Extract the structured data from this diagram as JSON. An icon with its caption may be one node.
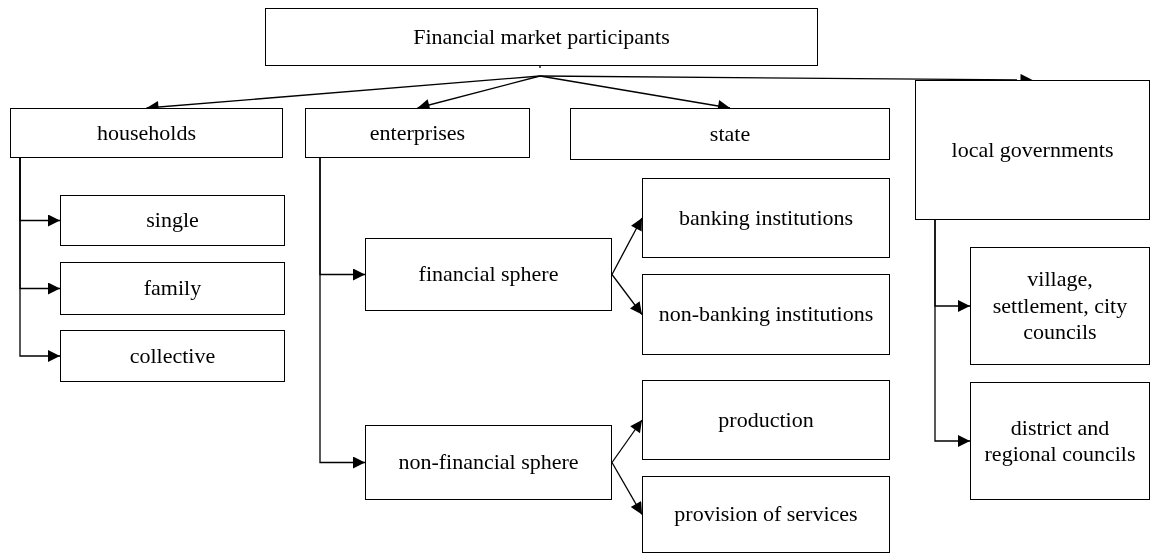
{
  "diagram": {
    "nodes": [
      {
        "text": [
          "Financial market participants"
        ]
      },
      {
        "text": [
          "households"
        ]
      },
      {
        "text": [
          "enterprises"
        ]
      },
      {
        "text": [
          "state"
        ]
      },
      {
        "text": [
          "local governments"
        ]
      },
      {
        "text": [
          "single"
        ]
      },
      {
        "text": [
          "family"
        ]
      },
      {
        "text": [
          "collective"
        ]
      },
      {
        "text": [
          "financial sphere"
        ]
      },
      {
        "text": [
          "banking institutions"
        ]
      },
      {
        "text": [
          "non-banking institutions"
        ]
      },
      {
        "text": [
          "non-financial sphere"
        ]
      },
      {
        "text": [
          "production"
        ]
      },
      {
        "text": [
          "provision of services"
        ]
      },
      {
        "text": [
          "village, settlement, city councils"
        ]
      },
      {
        "text": [
          "district and regional councils"
        ]
      }
    ],
    "edges": [
      {
        "from": 0,
        "to": 1,
        "arrow": "to"
      },
      {
        "from": 0,
        "to": 2,
        "arrow": "to"
      },
      {
        "from": 0,
        "to": 3,
        "arrow": "to"
      },
      {
        "from": 0,
        "to": 4,
        "arrow": "to"
      },
      {
        "from": 1,
        "to": 5,
        "arrow": "to"
      },
      {
        "from": 1,
        "to": 6,
        "arrow": "to"
      },
      {
        "from": 1,
        "to": 7,
        "arrow": "to"
      },
      {
        "from": 2,
        "to": 8,
        "arrow": "to"
      },
      {
        "from": 2,
        "to": 11,
        "arrow": "to"
      },
      {
        "from": 8,
        "to": 9,
        "arrow": "to"
      },
      {
        "from": 8,
        "to": 10,
        "arrow": "to"
      },
      {
        "from": 11,
        "to": 12,
        "arrow": "to"
      },
      {
        "from": 11,
        "to": 13,
        "arrow": "to"
      },
      {
        "from": 4,
        "to": 14,
        "arrow": "to"
      },
      {
        "from": 4,
        "to": 15,
        "arrow": "to"
      }
    ]
  }
}
